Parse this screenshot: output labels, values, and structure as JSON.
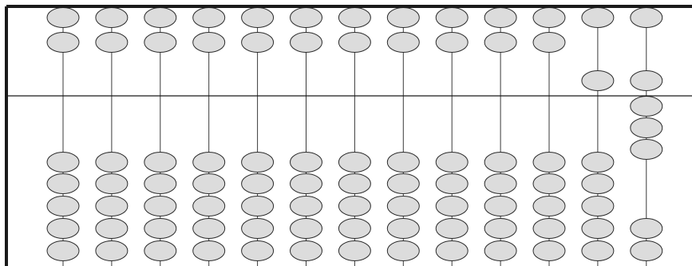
{
  "abacus": {
    "beads_per_rod_upper": 2,
    "beads_per_rod_lower": 5,
    "bead_color": "#dcdcdc",
    "frame_color": "#1a1a1a",
    "rod_color": "#3a3a3a",
    "rods": [
      {
        "upper_beads_at_beam": 0,
        "lower_beads_at_beam": 0
      },
      {
        "upper_beads_at_beam": 0,
        "lower_beads_at_beam": 0
      },
      {
        "upper_beads_at_beam": 0,
        "lower_beads_at_beam": 0
      },
      {
        "upper_beads_at_beam": 0,
        "lower_beads_at_beam": 0
      },
      {
        "upper_beads_at_beam": 0,
        "lower_beads_at_beam": 0
      },
      {
        "upper_beads_at_beam": 0,
        "lower_beads_at_beam": 0
      },
      {
        "upper_beads_at_beam": 0,
        "lower_beads_at_beam": 0
      },
      {
        "upper_beads_at_beam": 0,
        "lower_beads_at_beam": 0
      },
      {
        "upper_beads_at_beam": 0,
        "lower_beads_at_beam": 0
      },
      {
        "upper_beads_at_beam": 0,
        "lower_beads_at_beam": 0
      },
      {
        "upper_beads_at_beam": 0,
        "lower_beads_at_beam": 0
      },
      {
        "upper_beads_at_beam": 1,
        "lower_beads_at_beam": 0
      },
      {
        "upper_beads_at_beam": 1,
        "lower_beads_at_beam": 3
      }
    ]
  }
}
